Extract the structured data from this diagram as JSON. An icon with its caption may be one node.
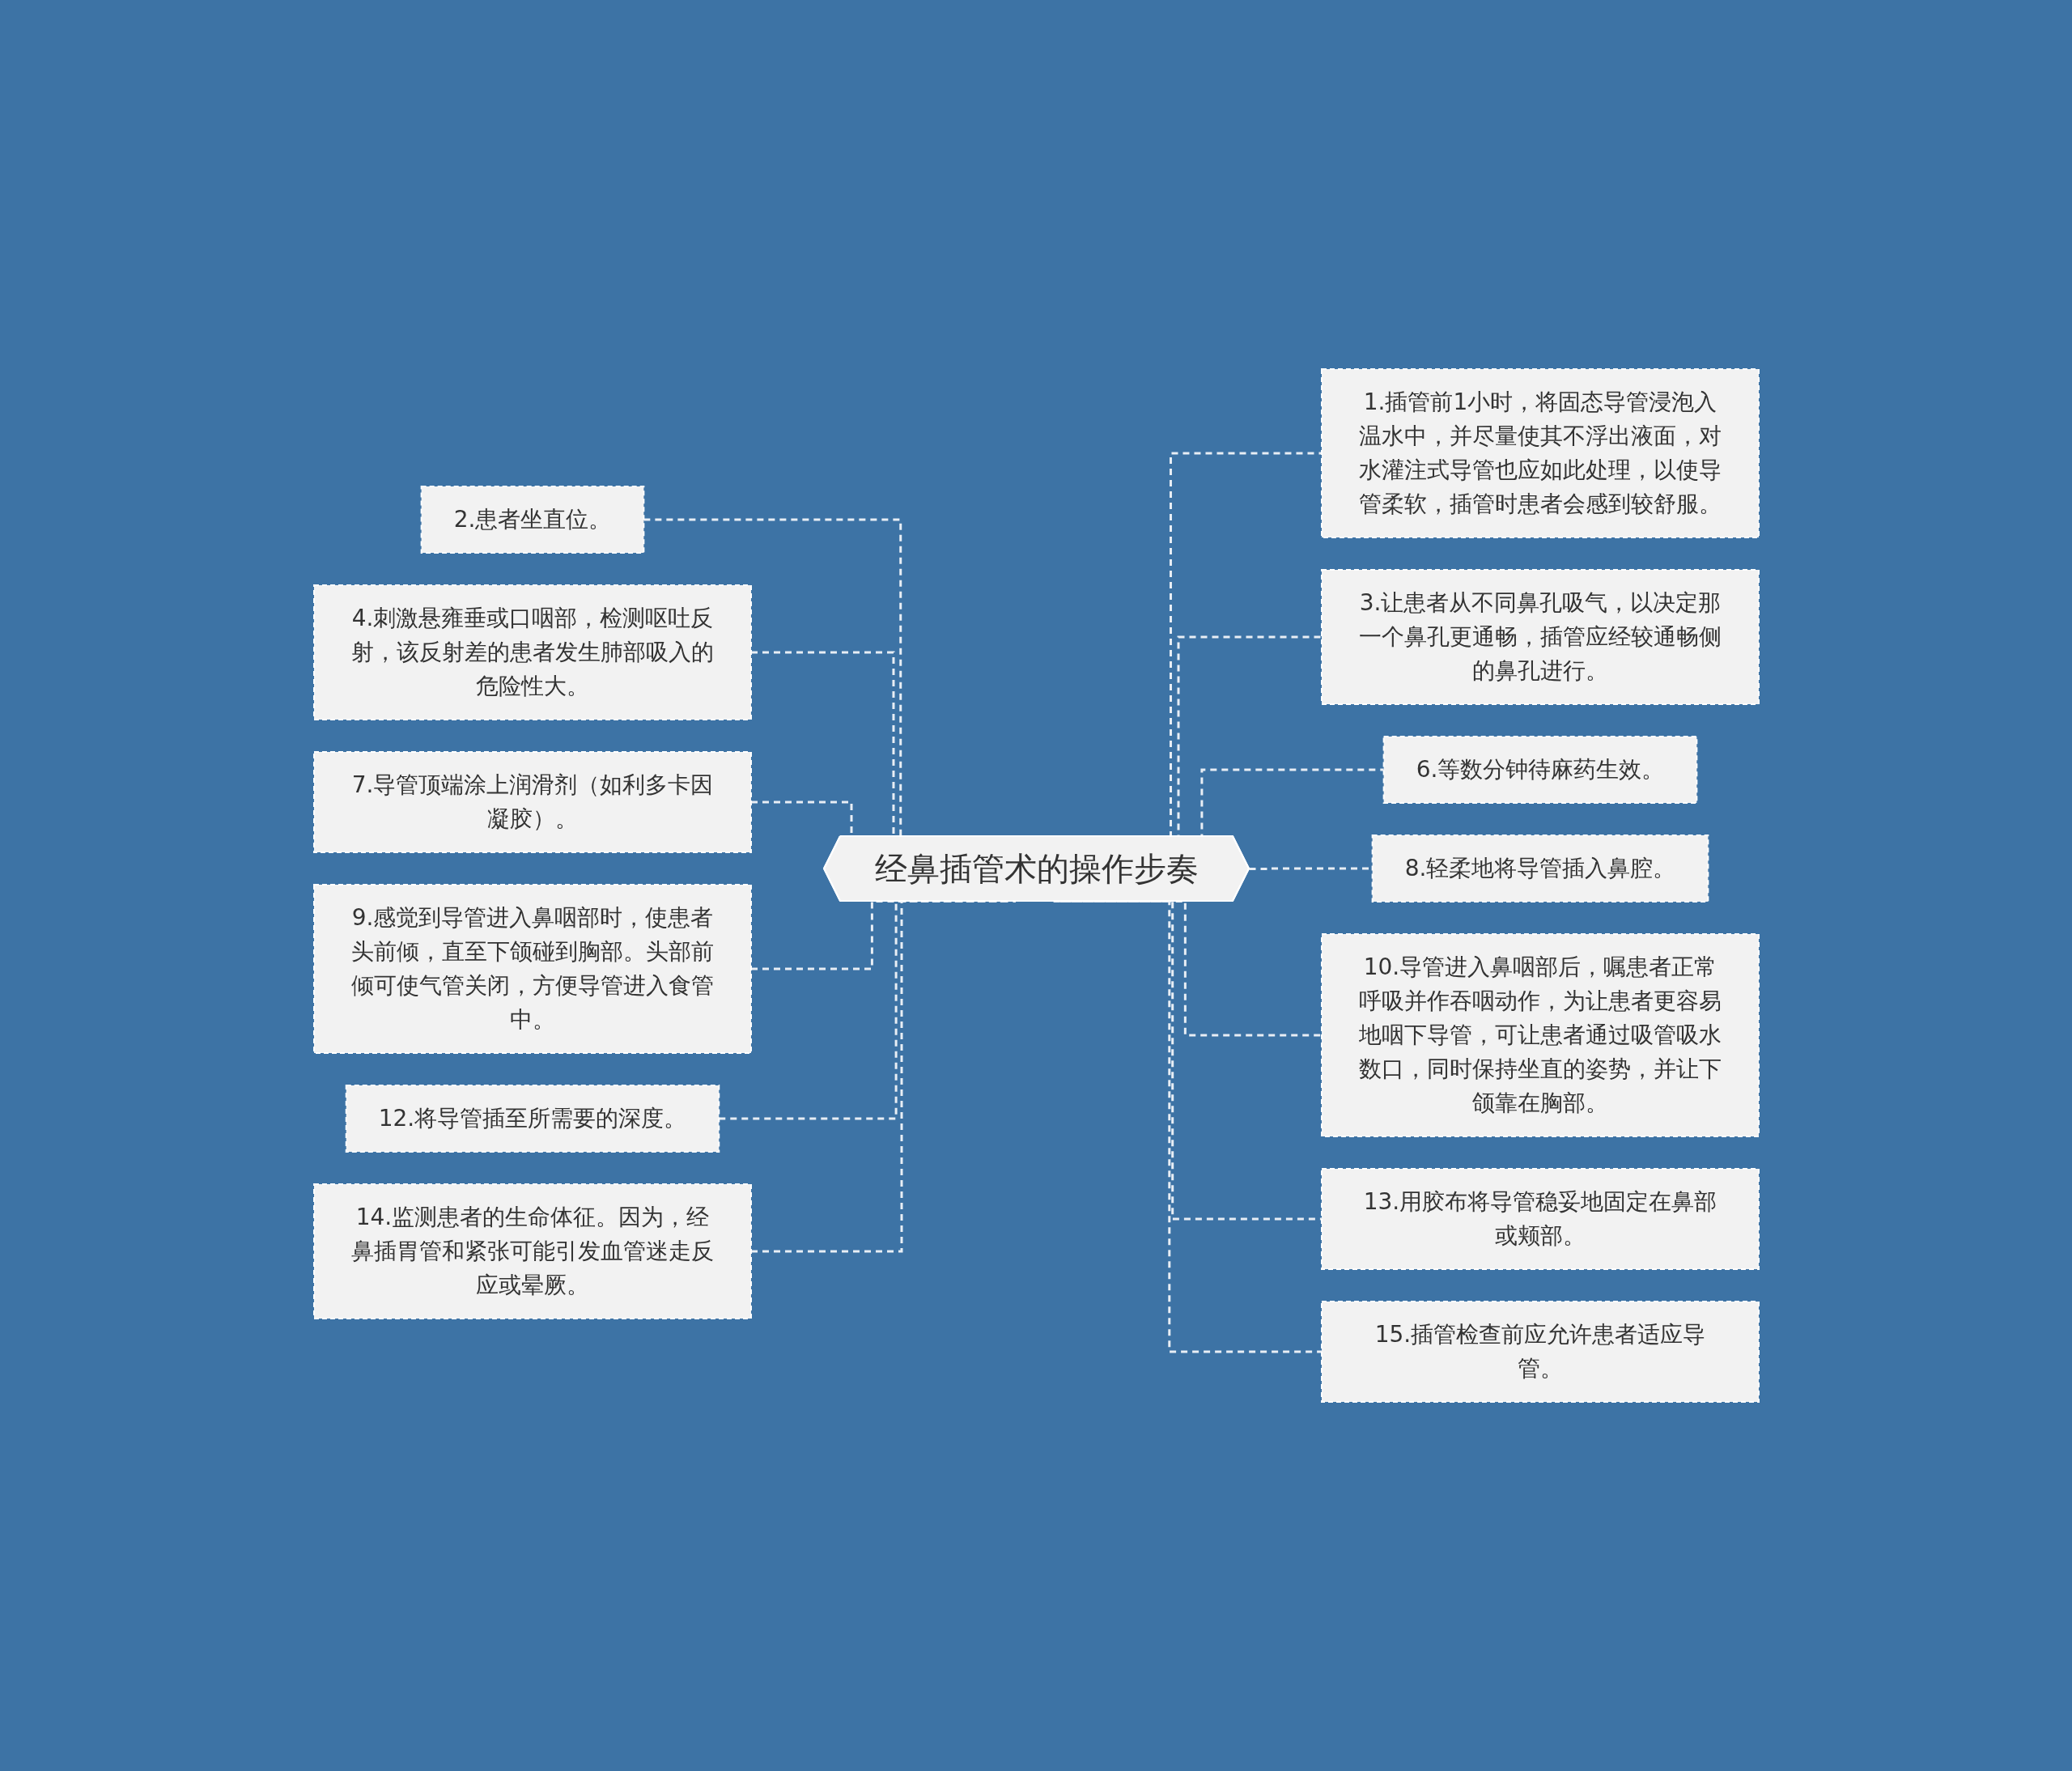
{
  "diagram": {
    "nodes": [
      {
        "text": [
          "经鼻插管术的操作步奏"
        ]
      },
      {
        "text": [
          "1.插管前1小时，将固态导管浸泡入温水中，并尽量使其不浮出液面，对水灌注式导管也应如此处理，以使导管柔软，插管时患者会感到较舒服。"
        ]
      },
      {
        "text": [
          "2.患者坐直位。"
        ]
      },
      {
        "text": [
          "3.让患者从不同鼻孔吸气，以决定那一个鼻孔更通畅，插管应经较通畅侧的鼻孔进行。"
        ]
      },
      {
        "text": [
          "4.刺激悬雍垂或口咽部，检测呕吐反射，该反射差的患者发生肺部吸入的危险性大。"
        ]
      },
      {
        "text": [
          "6.等数分钟待麻药生效。"
        ]
      },
      {
        "text": [
          "7.导管顶端涂上润滑剂（如利多卡因凝胶）。"
        ]
      },
      {
        "text": [
          "8.轻柔地将导管插入鼻腔。"
        ]
      },
      {
        "text": [
          "9.感觉到导管进入鼻咽部时，使患者头前倾，直至下颌碰到胸部。头部前倾可使气管关闭，方便导管进入食管中。"
        ]
      },
      {
        "text": [
          "10.导管进入鼻咽部后，嘱患者正常呼吸并作吞咽动作，为让患者更容易地咽下导管，可让患者通过吸管吸水数口，同时保持坐直的姿势，并让下颌靠在胸部。"
        ]
      },
      {
        "text": [
          "12.将导管插至所需要的深度。"
        ]
      },
      {
        "text": [
          "13.用胶布将导管稳妥地固定在鼻部或颊部。"
        ]
      },
      {
        "text": [
          "14.监测患者的生命体征。因为，经鼻插胃管和紧张可能引发血管迷走反应或晕厥。"
        ]
      },
      {
        "text": [
          "15.插管检查前应允许患者适应导管。"
        ]
      }
    ],
    "edges": [
      {
        "from": 0,
        "to": 1,
        "arrow": "none",
        "style": "dashed"
      },
      {
        "from": 0,
        "to": 2,
        "arrow": "none",
        "style": "dashed"
      },
      {
        "from": 0,
        "to": 3,
        "arrow": "none",
        "style": "dashed"
      },
      {
        "from": 0,
        "to": 4,
        "arrow": "none",
        "style": "dashed"
      },
      {
        "from": 0,
        "to": 5,
        "arrow": "none",
        "style": "dashed"
      },
      {
        "from": 0,
        "to": 6,
        "arrow": "none",
        "style": "dashed"
      },
      {
        "from": 0,
        "to": 7,
        "arrow": "none",
        "style": "dashed"
      },
      {
        "from": 0,
        "to": 8,
        "arrow": "none",
        "style": "dashed"
      },
      {
        "from": 0,
        "to": 9,
        "arrow": "none",
        "style": "dashed"
      },
      {
        "from": 0,
        "to": 10,
        "arrow": "none",
        "style": "dashed"
      },
      {
        "from": 0,
        "to": 11,
        "arrow": "none",
        "style": "dashed"
      },
      {
        "from": 0,
        "to": 12,
        "arrow": "none",
        "style": "dashed"
      },
      {
        "from": 0,
        "to": 13,
        "arrow": "none",
        "style": "dashed"
      }
    ]
  }
}
